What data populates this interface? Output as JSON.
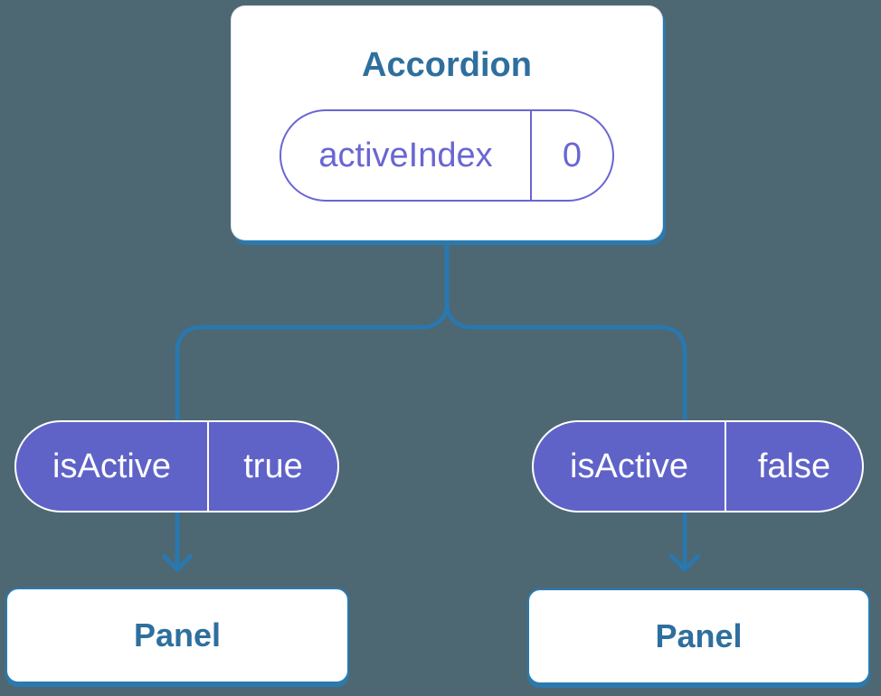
{
  "diagram": {
    "title_note": "component tree: Accordion with activeIndex state passing isActive props to two Panels",
    "colors": {
      "background": "#4D6873",
      "connector_blue": "#2878B2",
      "card_edge_blue": "#2B7AAF",
      "heading_blue": "#2E6F9E",
      "pill_purple_fill": "#5F63C8",
      "pill_purple_outline": "#6966D4",
      "card_white": "#ffffff"
    },
    "root": {
      "title": "Accordion",
      "state": {
        "label": "activeIndex",
        "value": "0"
      }
    },
    "branches": [
      {
        "prop": {
          "label": "isActive",
          "value": "true"
        },
        "child": {
          "title": "Panel"
        }
      },
      {
        "prop": {
          "label": "isActive",
          "value": "false"
        },
        "child": {
          "title": "Panel"
        }
      }
    ]
  }
}
